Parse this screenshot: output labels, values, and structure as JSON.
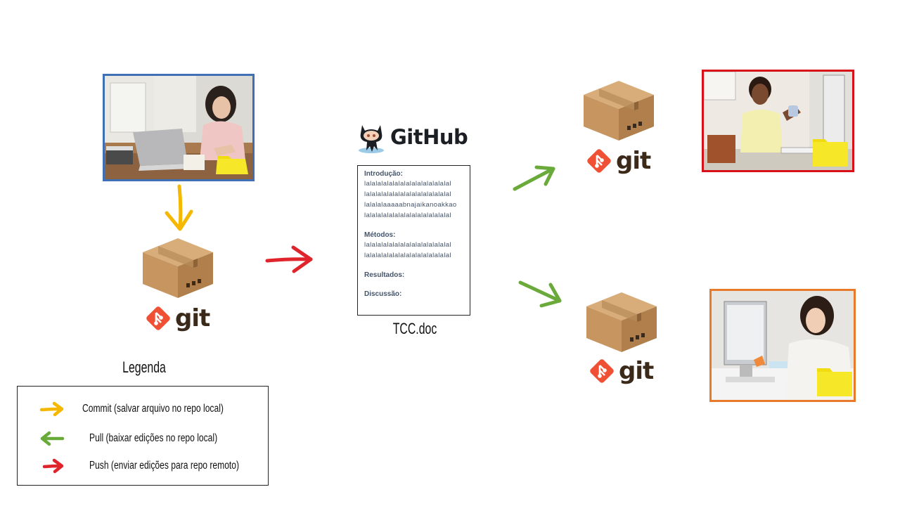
{
  "github": {
    "word": "GitHub"
  },
  "git_word": "git",
  "document": {
    "filename": "TCC.doc",
    "sections": [
      {
        "heading": "Introdução:",
        "lines": [
          "lalalalalalalalalalalalalalalal",
          "lalalalalalalalalalalalalalalal",
          "lalalalaaaaabnajaikanoakkao",
          "lalalalalalalalalalalalalalalal"
        ]
      },
      {
        "heading": "Métodos:",
        "lines": [
          "lalalalalalalalalalalalalalalal",
          "lalalalalalalalalalalalalalalal"
        ]
      },
      {
        "heading": "Resultados:",
        "lines": []
      },
      {
        "heading": "Discussão:",
        "lines": []
      }
    ]
  },
  "legend": {
    "title": "Legenda",
    "items": [
      {
        "label": "Commit (salvar arquivo no repo local)",
        "color": "#f5b800",
        "direction": "right"
      },
      {
        "label": "Pull (baixar edições no repo local)",
        "color": "#6aaa3a",
        "direction": "left"
      },
      {
        "label": "Push (enviar edições para repo remoto)",
        "color": "#e0242c",
        "direction": "right"
      }
    ]
  },
  "colors": {
    "commit": "#f5b800",
    "pull": "#6aaa3a",
    "push": "#e0242c",
    "photo_left_border": "#3f6fb5",
    "photo_top_right_border": "#d8101a",
    "photo_bottom_right_border": "#e87a2c",
    "git_orange": "#f05033",
    "folder": "#f6ea2a"
  }
}
